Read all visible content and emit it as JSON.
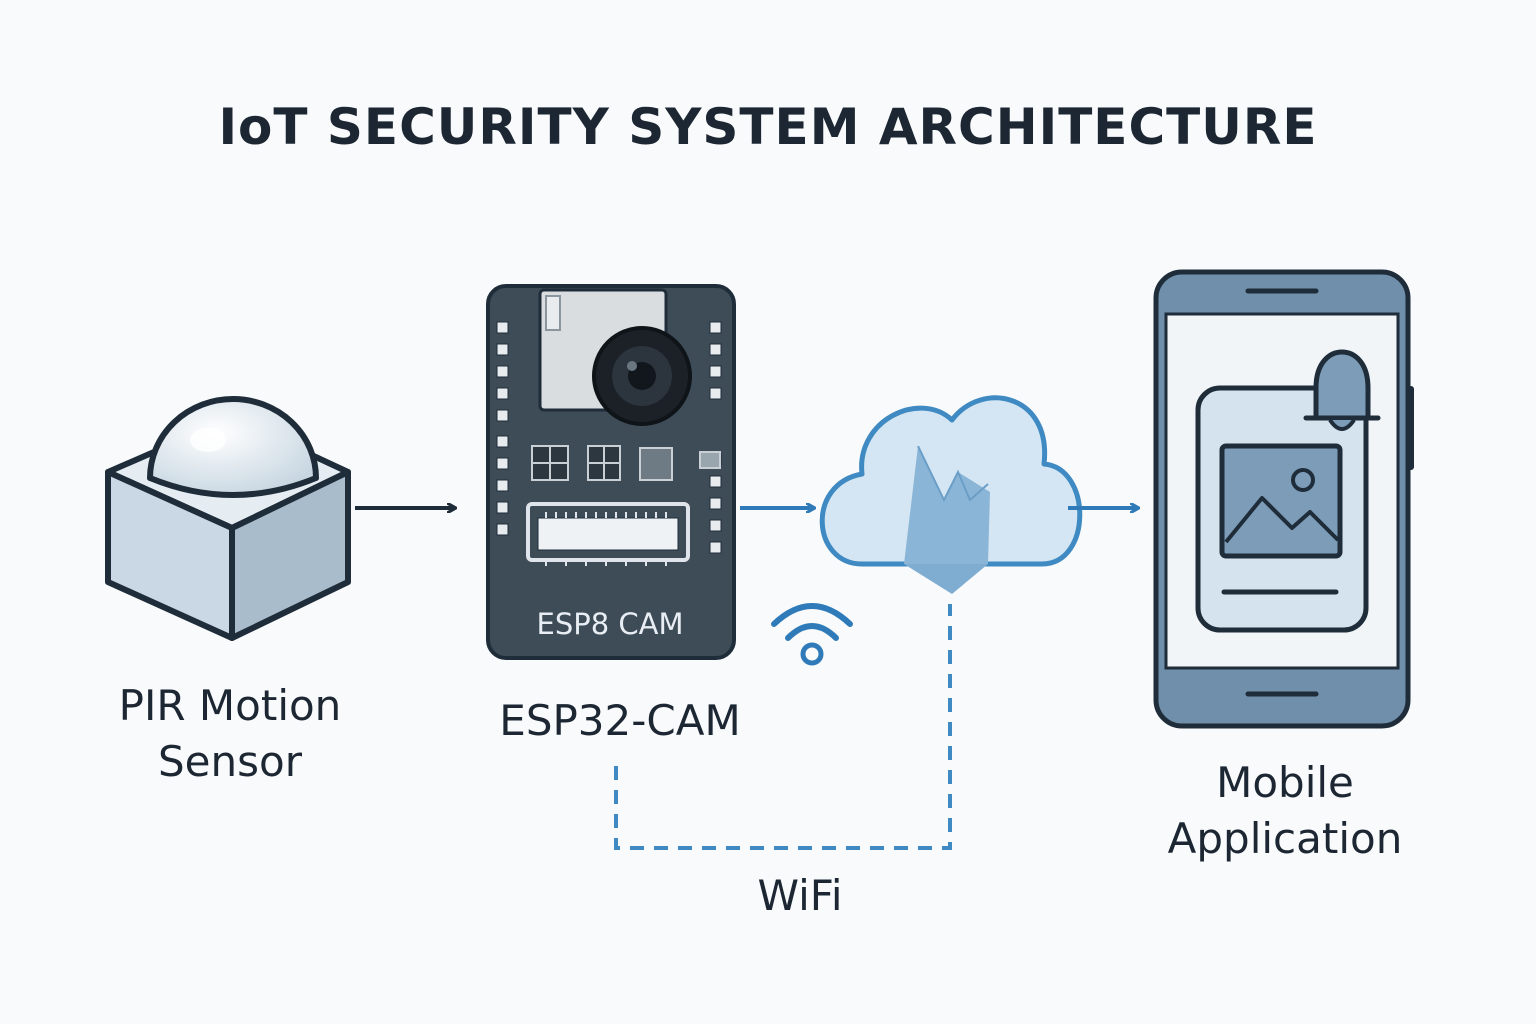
{
  "title": "IoT SECURITY SYSTEM ARCHITECTURE",
  "nodes": {
    "pir": {
      "label_line1": "PIR Motion",
      "label_line2": "Sensor"
    },
    "esp": {
      "label": "ESP32-CAM",
      "board_text": "ESP8 CAM"
    },
    "cloud": {
      "label": ""
    },
    "mobile": {
      "label_line1": "Mobile",
      "label_line2": "Application"
    }
  },
  "connections": {
    "wifi_label": "WiFi"
  },
  "colors": {
    "accent": "#2f7ab8",
    "board": "#3e4c58",
    "cloud_fill": "#d4e6f3",
    "phone_body": "#6f8fab",
    "outline": "#1f2d3a"
  }
}
